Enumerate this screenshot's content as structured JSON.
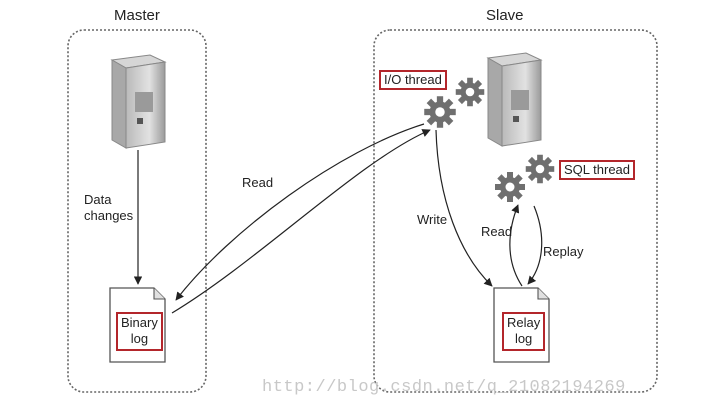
{
  "master": {
    "title": "Master",
    "data_changes": [
      "Data",
      "changes"
    ],
    "binary_log": [
      "Binary",
      "log"
    ]
  },
  "slave": {
    "title": "Slave",
    "io_thread": "I/O thread",
    "sql_thread": "SQL thread",
    "write": "Write",
    "read": "Read",
    "replay": "Replay",
    "relay_log": [
      "Relay",
      "log"
    ]
  },
  "cross": {
    "read": "Read"
  },
  "watermark": "http://blog.csdn.net/q_21082194269",
  "colors": {
    "highlight_box": "#b3262b",
    "gear": "#6f6f6f",
    "server": "#8c8c8c",
    "container_border": "#666666"
  }
}
